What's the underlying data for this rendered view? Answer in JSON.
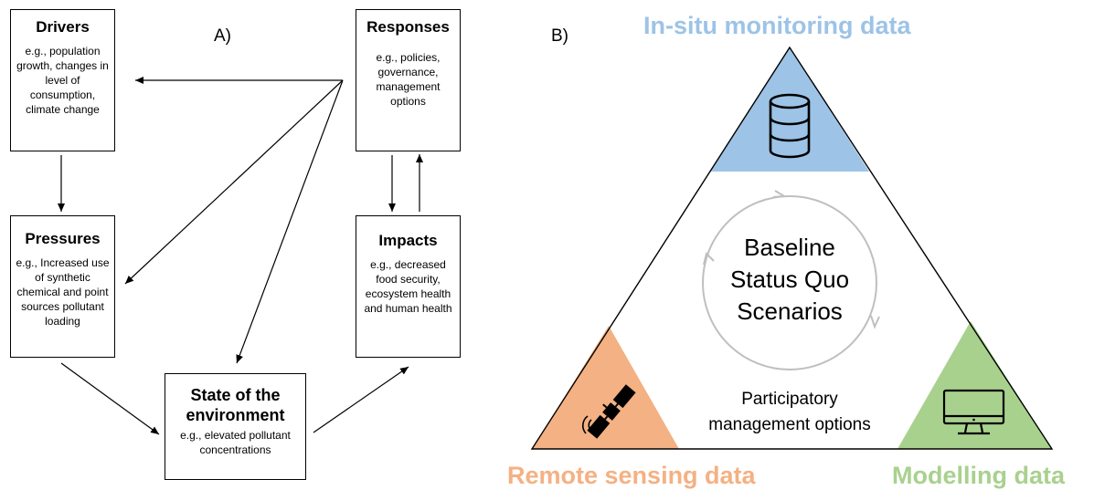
{
  "panel_a": {
    "label": "A)",
    "drivers": {
      "title": "Drivers",
      "desc": "e.g., population growth, changes in level of consumption, climate change"
    },
    "responses": {
      "title": "Responses",
      "desc": "e.g., policies, governance, management options"
    },
    "pressures": {
      "title": "Pressures",
      "desc": "e.g., Increased use of synthetic chemical and point sources pollutant loading"
    },
    "impacts": {
      "title": "Impacts",
      "desc": "e.g., decreased food security, ecosystem health and human health"
    },
    "state": {
      "title_line1": "State of the",
      "title_line2": "environment",
      "desc": "e.g., elevated pollutant concentrations"
    }
  },
  "panel_b": {
    "label": "B)",
    "top_heading": "In-situ monitoring data",
    "left_heading": "Remote sensing data",
    "right_heading": "Modelling data",
    "cycle_lines": [
      "Baseline",
      "Status Quo",
      "Scenarios"
    ],
    "participatory_lines": [
      "Participatory",
      "management options"
    ],
    "colors": {
      "top": "#9dc3e6",
      "left": "#f4b183",
      "right": "#a9d18e"
    },
    "icons": {
      "top": "database-icon",
      "left": "satellite-icon",
      "right": "monitor-icon"
    }
  }
}
